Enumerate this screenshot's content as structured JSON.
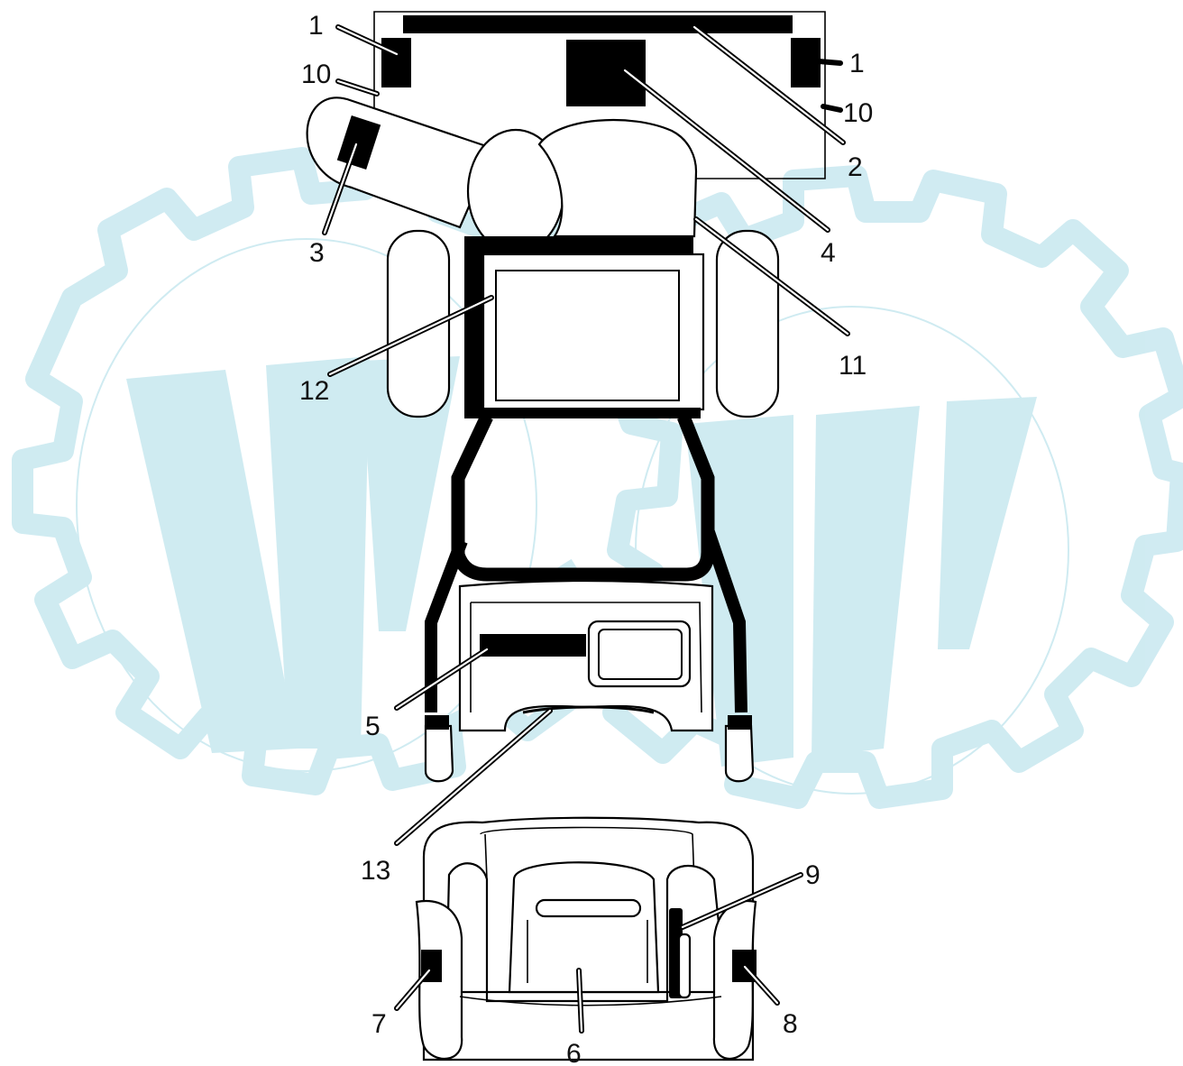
{
  "watermark": {
    "icon": "gear-logo-icon",
    "color": "#8fd0e0"
  },
  "callouts": [
    "1",
    "1",
    "10",
    "10",
    "2",
    "3",
    "4",
    "11",
    "12",
    "5",
    "13",
    "9",
    "7",
    "8",
    "6"
  ]
}
